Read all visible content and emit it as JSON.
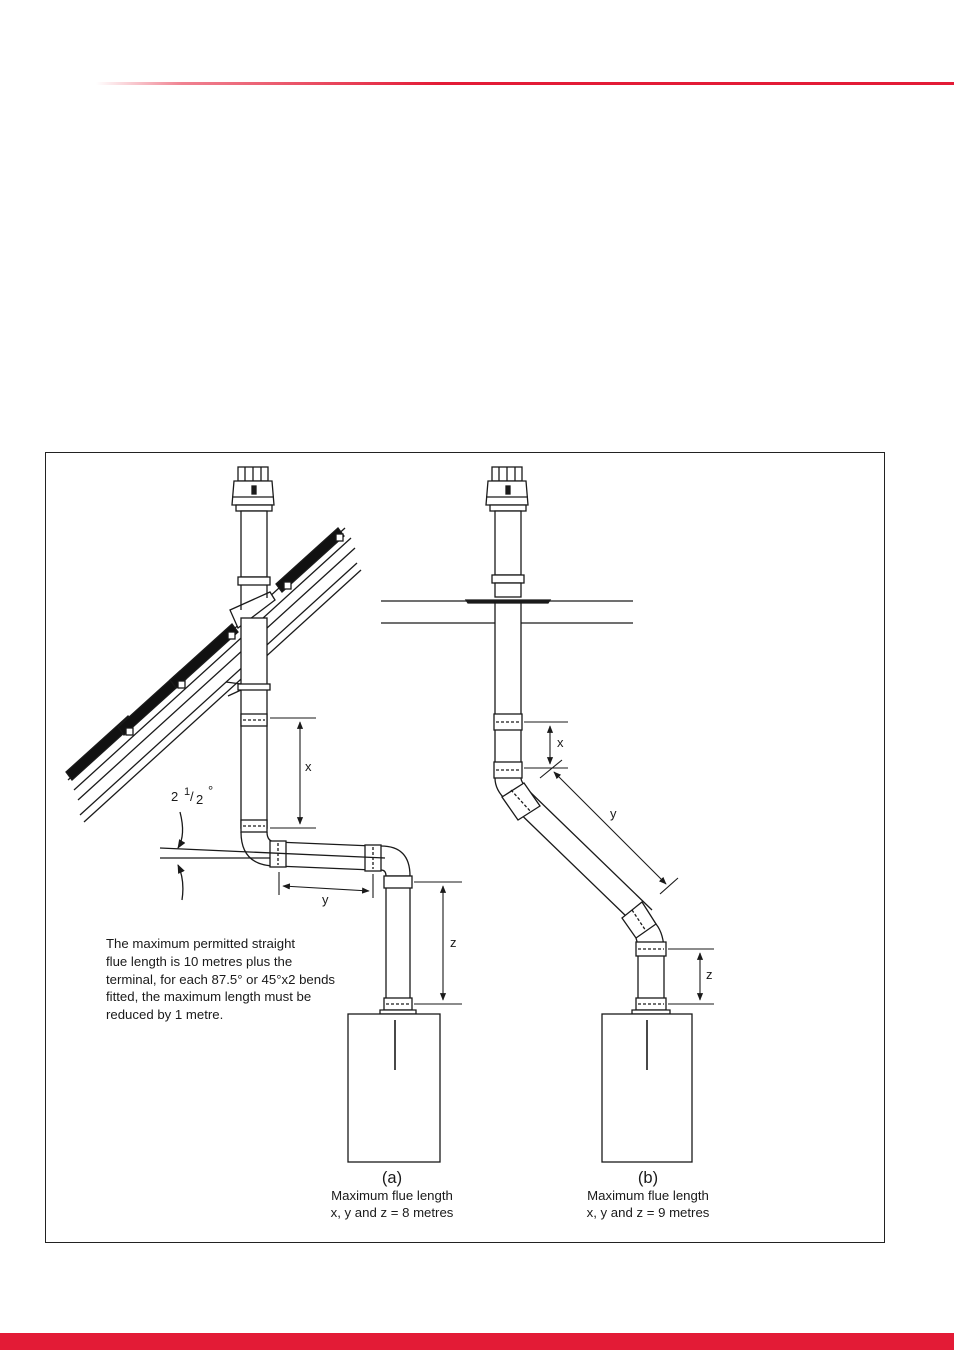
{
  "colors": {
    "accent": "#e31b36",
    "ink": "#1a1a1a"
  },
  "note": {
    "lines": [
      "The maximum permitted straight",
      "flue length is 10 metres plus the",
      "terminal, for each 87.5° or 45°x2 bends",
      "fitted, the maximum length must be",
      "reduced by 1 metre."
    ]
  },
  "figure_a": {
    "letter": "(a)",
    "caption_line1": "Maximum flue length",
    "caption_line2": "x, y and z = 8 metres",
    "dim_x": "x",
    "dim_y": "y",
    "dim_z": "z",
    "angle_whole": "2",
    "angle_num": "1",
    "angle_den": "2",
    "angle_deg": "°"
  },
  "figure_b": {
    "letter": "(b)",
    "caption_line1": "Maximum flue length",
    "caption_line2": "x, y and z = 9 metres",
    "dim_x": "x",
    "dim_y": "y",
    "dim_z": "z"
  }
}
